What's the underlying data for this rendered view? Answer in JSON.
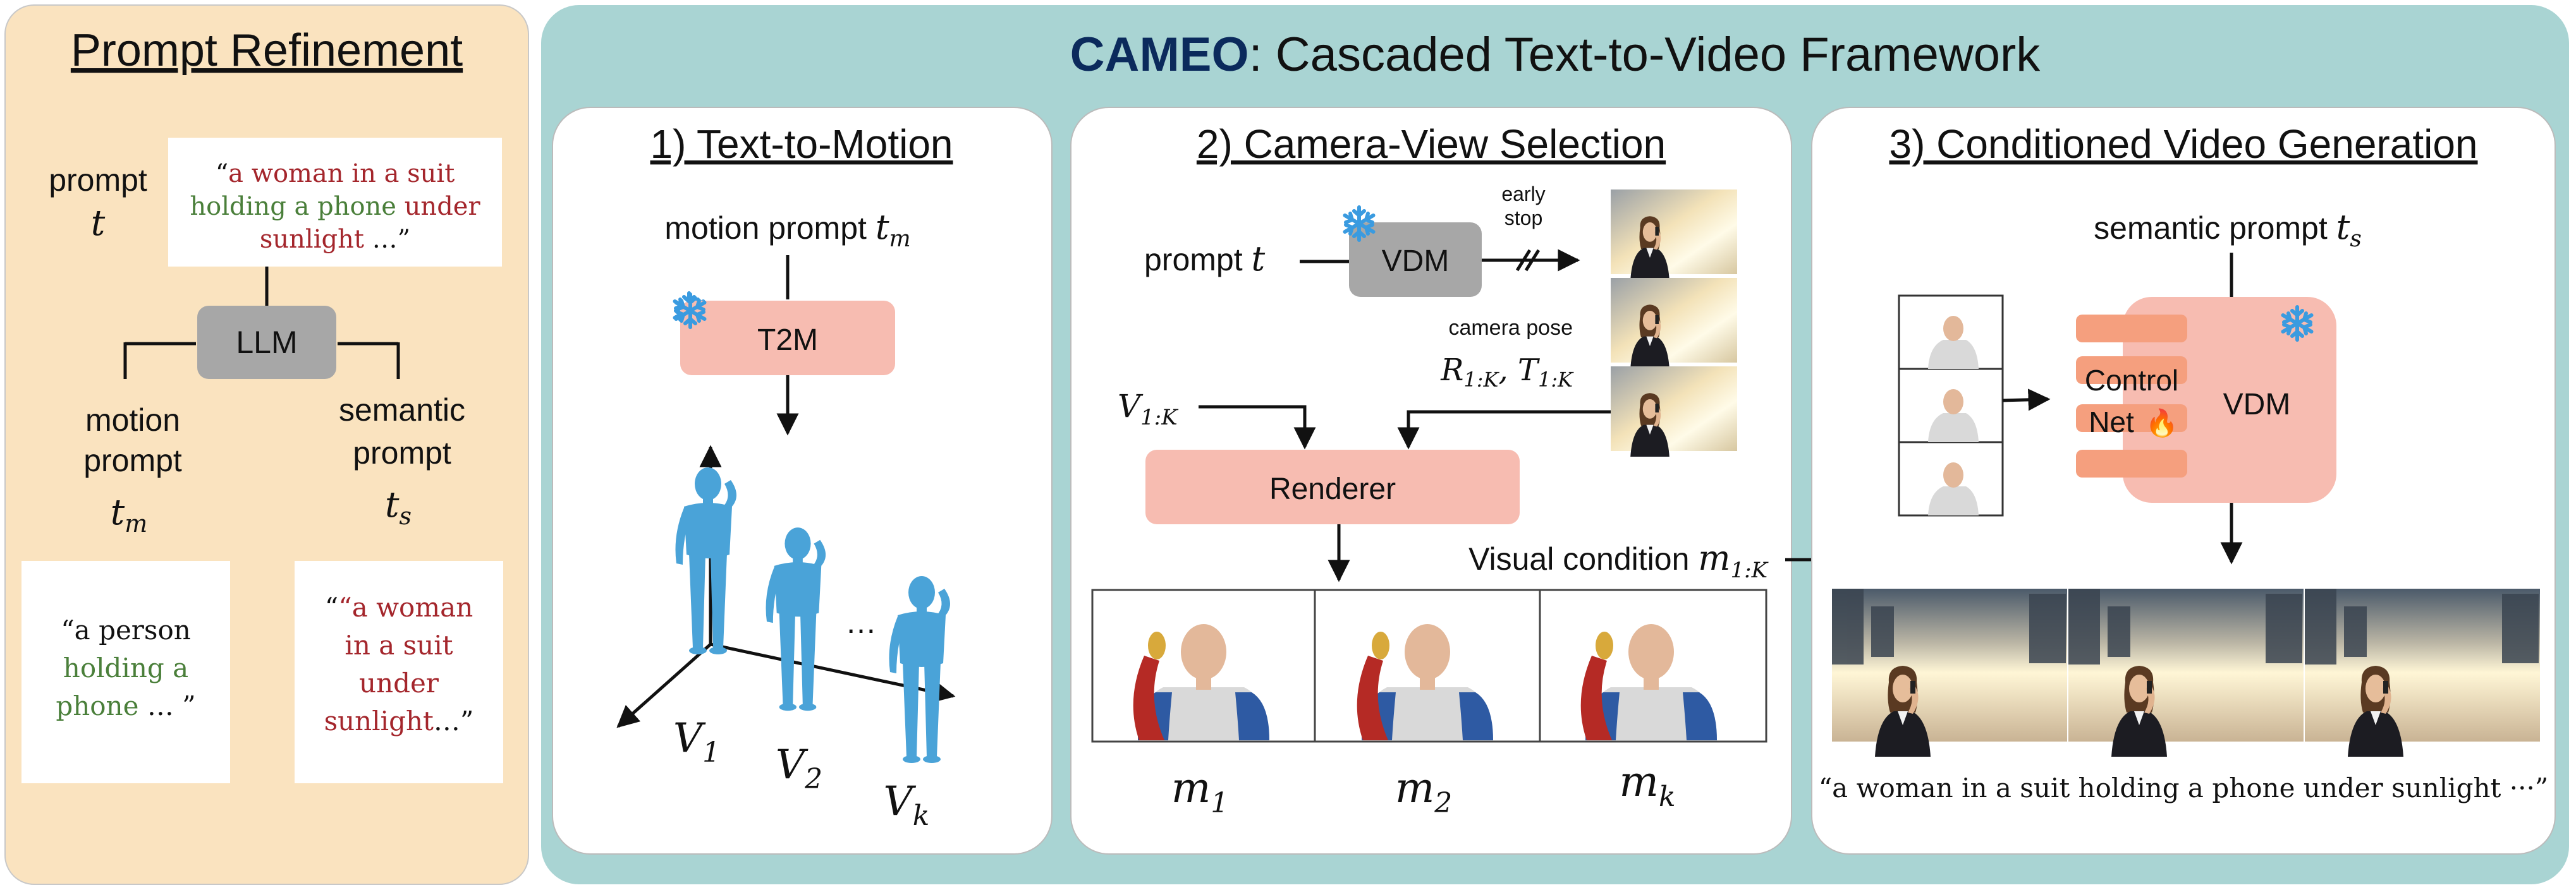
{
  "colors": {
    "left_panel_bg": "#fae3bf",
    "framework_bg": "#a9d4d3",
    "card_bg": "#ffffff",
    "box_pink": "#f7bcb1",
    "box_gray": "#a7a7a7",
    "text_green": "#4a7f3a",
    "text_red": "#a4262c",
    "title_blue": "#0b2a5c",
    "figure_blue": "#4aa3d8",
    "shirt_gray": "#d8d8d8",
    "sleeve_red": "#b52a25"
  },
  "prompt_refinement": {
    "title": "Prompt Refinement",
    "prompt_label": "prompt",
    "prompt_var": "t",
    "prompt_quote_open": "“",
    "prompt_part1": "a woman in a suit",
    "prompt_part2": "holding a phone",
    "prompt_part3": " under",
    "prompt_part4": "sunlight",
    "prompt_part5": " …”",
    "llm_label": "LLM",
    "motion_label_1": "motion",
    "motion_label_2": "prompt",
    "motion_var": "t",
    "motion_sub": "m",
    "semantic_label_1": "semantic",
    "semantic_label_2": "prompt",
    "semantic_var": "t",
    "semantic_sub": "s",
    "motion_card_l1": "“a person",
    "motion_card_l2": "holding a",
    "motion_card_l3a": "phone",
    "motion_card_l3b": " … ”",
    "semantic_card_l1": "“a woman",
    "semantic_card_l2": "in a suit",
    "semantic_card_l3": "under",
    "semantic_card_l4a": "sunlight",
    "semantic_card_l4b": "…”"
  },
  "framework": {
    "title_brand": "CAMEO",
    "title_rest": ": Cascaded Text-to-Video Framework"
  },
  "text_to_motion": {
    "title": "1) Text-to-Motion",
    "prompt_label": "motion prompt ",
    "prompt_var": "t",
    "prompt_sub": "m",
    "box_label": "T2M",
    "ellipsis": "…",
    "v1": "V",
    "v1_sub": "1",
    "v2": "V",
    "v2_sub": "2",
    "vk": "V",
    "vk_sub": "k"
  },
  "camera_view": {
    "title": "2) Camera-View Selection",
    "prompt_label": "prompt ",
    "prompt_var": "t",
    "vdm_label": "VDM",
    "early_1": "early",
    "early_2": "stop",
    "camera_pose": "camera pose",
    "pose_r": "R",
    "pose_r_sub": "1:K",
    "pose_comma": ", ",
    "pose_t": "T",
    "pose_t_sub": "1:K",
    "v_input": "V",
    "v_input_sub": "1:K",
    "renderer_label": "Renderer",
    "visual_condition": "Visual condition ",
    "vc_var": "m",
    "vc_sub": "1:K",
    "m1": "m",
    "m1_sub": "1",
    "m2": "m",
    "m2_sub": "2",
    "mk": "m",
    "mk_sub": "k"
  },
  "video_gen": {
    "title": "3) Conditioned Video Generation",
    "prompt_label": "semantic prompt ",
    "prompt_var": "t",
    "prompt_sub": "s",
    "control_1": "Control",
    "control_2": "Net",
    "fire": "🔥",
    "vdm_label": "VDM",
    "caption": "“a woman in a suit holding a phone under sunlight ···”"
  },
  "icons": {
    "freeze": "snowflake-icon",
    "train": "fire-icon"
  }
}
